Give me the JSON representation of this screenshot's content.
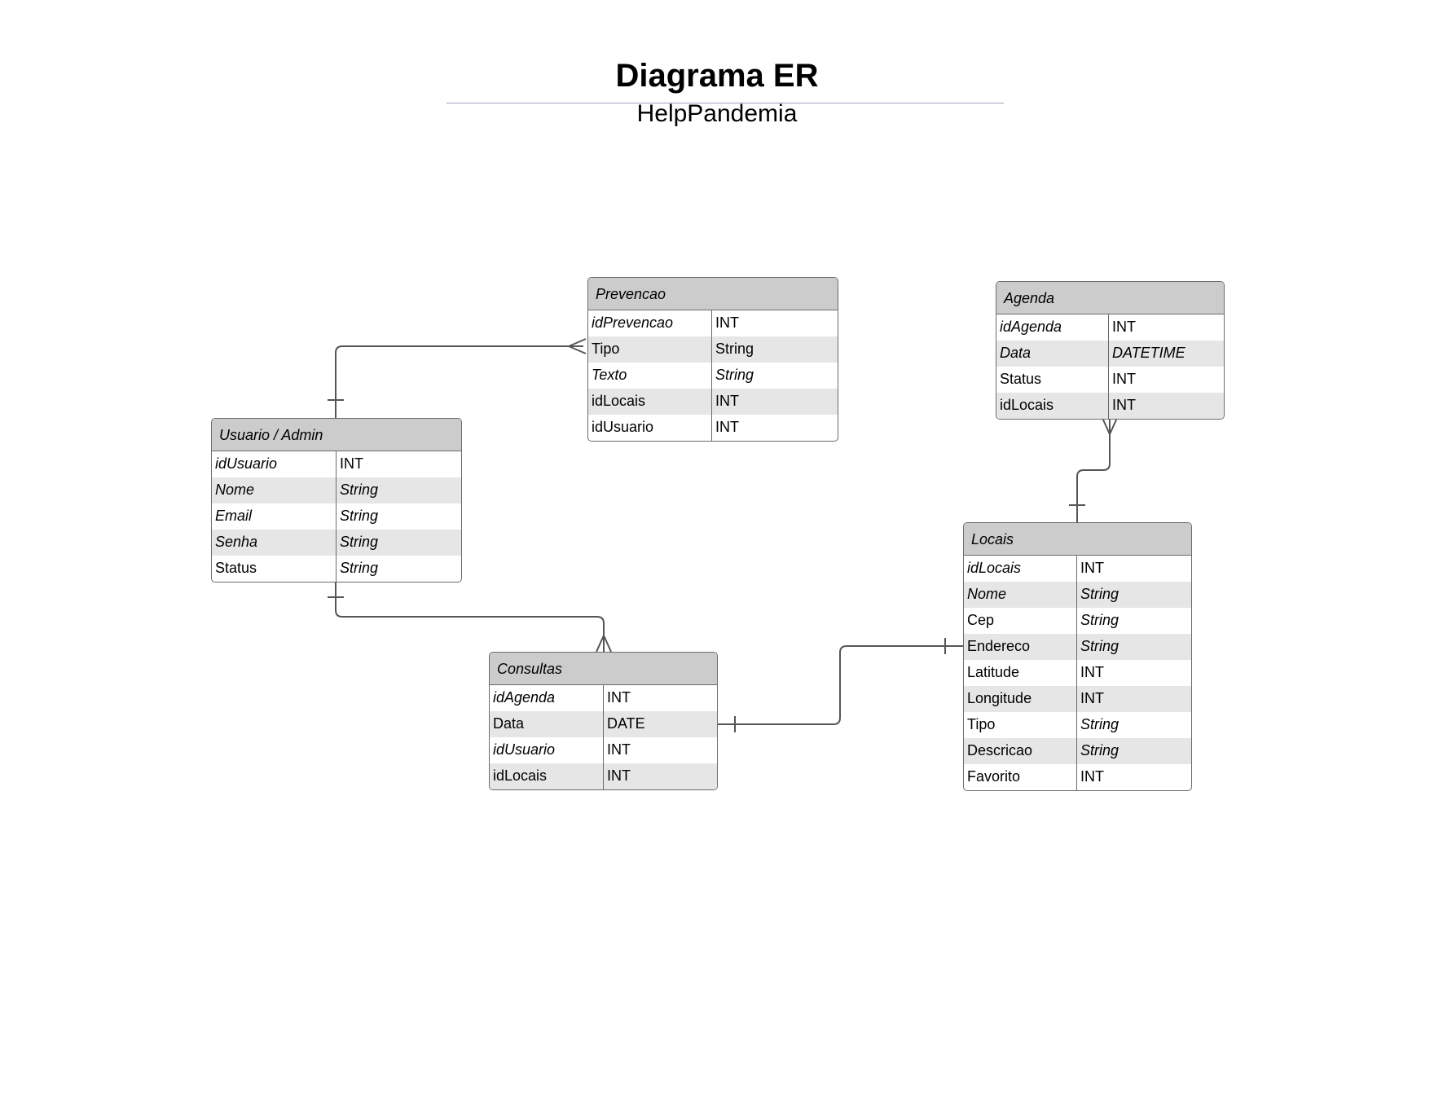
{
  "title": "Diagrama ER",
  "subtitle": "HelpPandemia",
  "colors": {
    "header_bg": "#cccccc",
    "alt_row_bg": "#e6e6e6",
    "border": "#6b6b6b",
    "connector": "#555555",
    "title_rule": "#9aa2b8"
  },
  "entities": {
    "prevencao": {
      "name": "Prevencao",
      "rows": [
        {
          "field": "idPrevencao",
          "type": "INT",
          "field_italic": true,
          "type_italic": false
        },
        {
          "field": "Tipo",
          "type": "String",
          "field_italic": false,
          "type_italic": false
        },
        {
          "field": "Texto",
          "type": "String",
          "field_italic": true,
          "type_italic": true
        },
        {
          "field": "idLocais",
          "type": "INT",
          "field_italic": false,
          "type_italic": false
        },
        {
          "field": "idUsuario",
          "type": "INT",
          "field_italic": false,
          "type_italic": false
        }
      ]
    },
    "agenda": {
      "name": "Agenda",
      "rows": [
        {
          "field": "idAgenda",
          "type": "INT",
          "field_italic": true,
          "type_italic": false
        },
        {
          "field": "Data",
          "type": "DATETIME",
          "field_italic": true,
          "type_italic": true
        },
        {
          "field": "Status",
          "type": "INT",
          "field_italic": false,
          "type_italic": false
        },
        {
          "field": "idLocais",
          "type": "INT",
          "field_italic": false,
          "type_italic": false
        }
      ]
    },
    "usuario": {
      "name": "Usuario / Admin",
      "rows": [
        {
          "field": "idUsuario",
          "type": "INT",
          "field_italic": true,
          "type_italic": false
        },
        {
          "field": "Nome",
          "type": "String",
          "field_italic": true,
          "type_italic": true
        },
        {
          "field": "Email",
          "type": "String",
          "field_italic": true,
          "type_italic": true
        },
        {
          "field": "Senha",
          "type": "String",
          "field_italic": true,
          "type_italic": true
        },
        {
          "field": "Status",
          "type": "String",
          "field_italic": false,
          "type_italic": true
        }
      ]
    },
    "locais": {
      "name": "Locais",
      "rows": [
        {
          "field": "idLocais",
          "type": "INT",
          "field_italic": true,
          "type_italic": false
        },
        {
          "field": "Nome",
          "type": "String",
          "field_italic": true,
          "type_italic": true
        },
        {
          "field": "Cep",
          "type": "String",
          "field_italic": false,
          "type_italic": true
        },
        {
          "field": "Endereco",
          "type": "String",
          "field_italic": false,
          "type_italic": true
        },
        {
          "field": "Latitude",
          "type": "INT",
          "field_italic": false,
          "type_italic": false
        },
        {
          "field": "Longitude",
          "type": "INT",
          "field_italic": false,
          "type_italic": false
        },
        {
          "field": "Tipo",
          "type": "String",
          "field_italic": false,
          "type_italic": true
        },
        {
          "field": "Descricao",
          "type": "String",
          "field_italic": false,
          "type_italic": true
        },
        {
          "field": "Favorito",
          "type": "INT",
          "field_italic": false,
          "type_italic": false
        }
      ]
    },
    "consultas": {
      "name": "Consultas",
      "rows": [
        {
          "field": "idAgenda",
          "type": "INT",
          "field_italic": true,
          "type_italic": false
        },
        {
          "field": "Data",
          "type": "DATE",
          "field_italic": false,
          "type_italic": false
        },
        {
          "field": "idUsuario",
          "type": "INT",
          "field_italic": true,
          "type_italic": false
        },
        {
          "field": "idLocais",
          "type": "INT",
          "field_italic": false,
          "type_italic": false
        }
      ]
    }
  },
  "relationships": [
    {
      "from": "usuario",
      "from_cardinality": "one",
      "to": "prevencao",
      "to_cardinality": "many"
    },
    {
      "from": "usuario",
      "from_cardinality": "one",
      "to": "consultas",
      "to_cardinality": "many"
    },
    {
      "from": "consultas",
      "from_cardinality": "one",
      "to": "locais",
      "to_cardinality": "one"
    },
    {
      "from": "locais",
      "from_cardinality": "one",
      "to": "agenda",
      "to_cardinality": "many"
    }
  ]
}
